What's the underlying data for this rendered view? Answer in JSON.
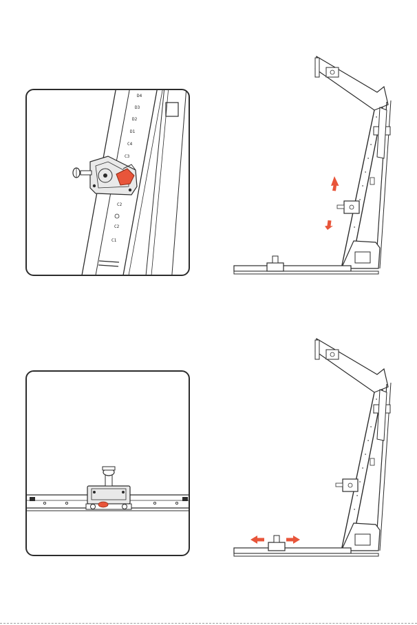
{
  "accent_color": "#e8553a",
  "line_color": "#2b2b2b",
  "steps": [
    {
      "detail_panel": {
        "hole_labels": [
          "D4",
          "D3",
          "D2",
          "D1",
          "C4",
          "C3",
          "C2",
          "C1"
        ],
        "icon": "carriage-pop-pin-icon"
      },
      "machine_view": {
        "arrows": [
          "arrow-up-icon",
          "arrow-down-icon"
        ]
      }
    },
    {
      "detail_panel": {
        "icon": "base-carriage-pop-pin-icon"
      },
      "machine_view": {
        "arrows": [
          "arrow-left-icon",
          "arrow-right-icon"
        ]
      }
    }
  ]
}
